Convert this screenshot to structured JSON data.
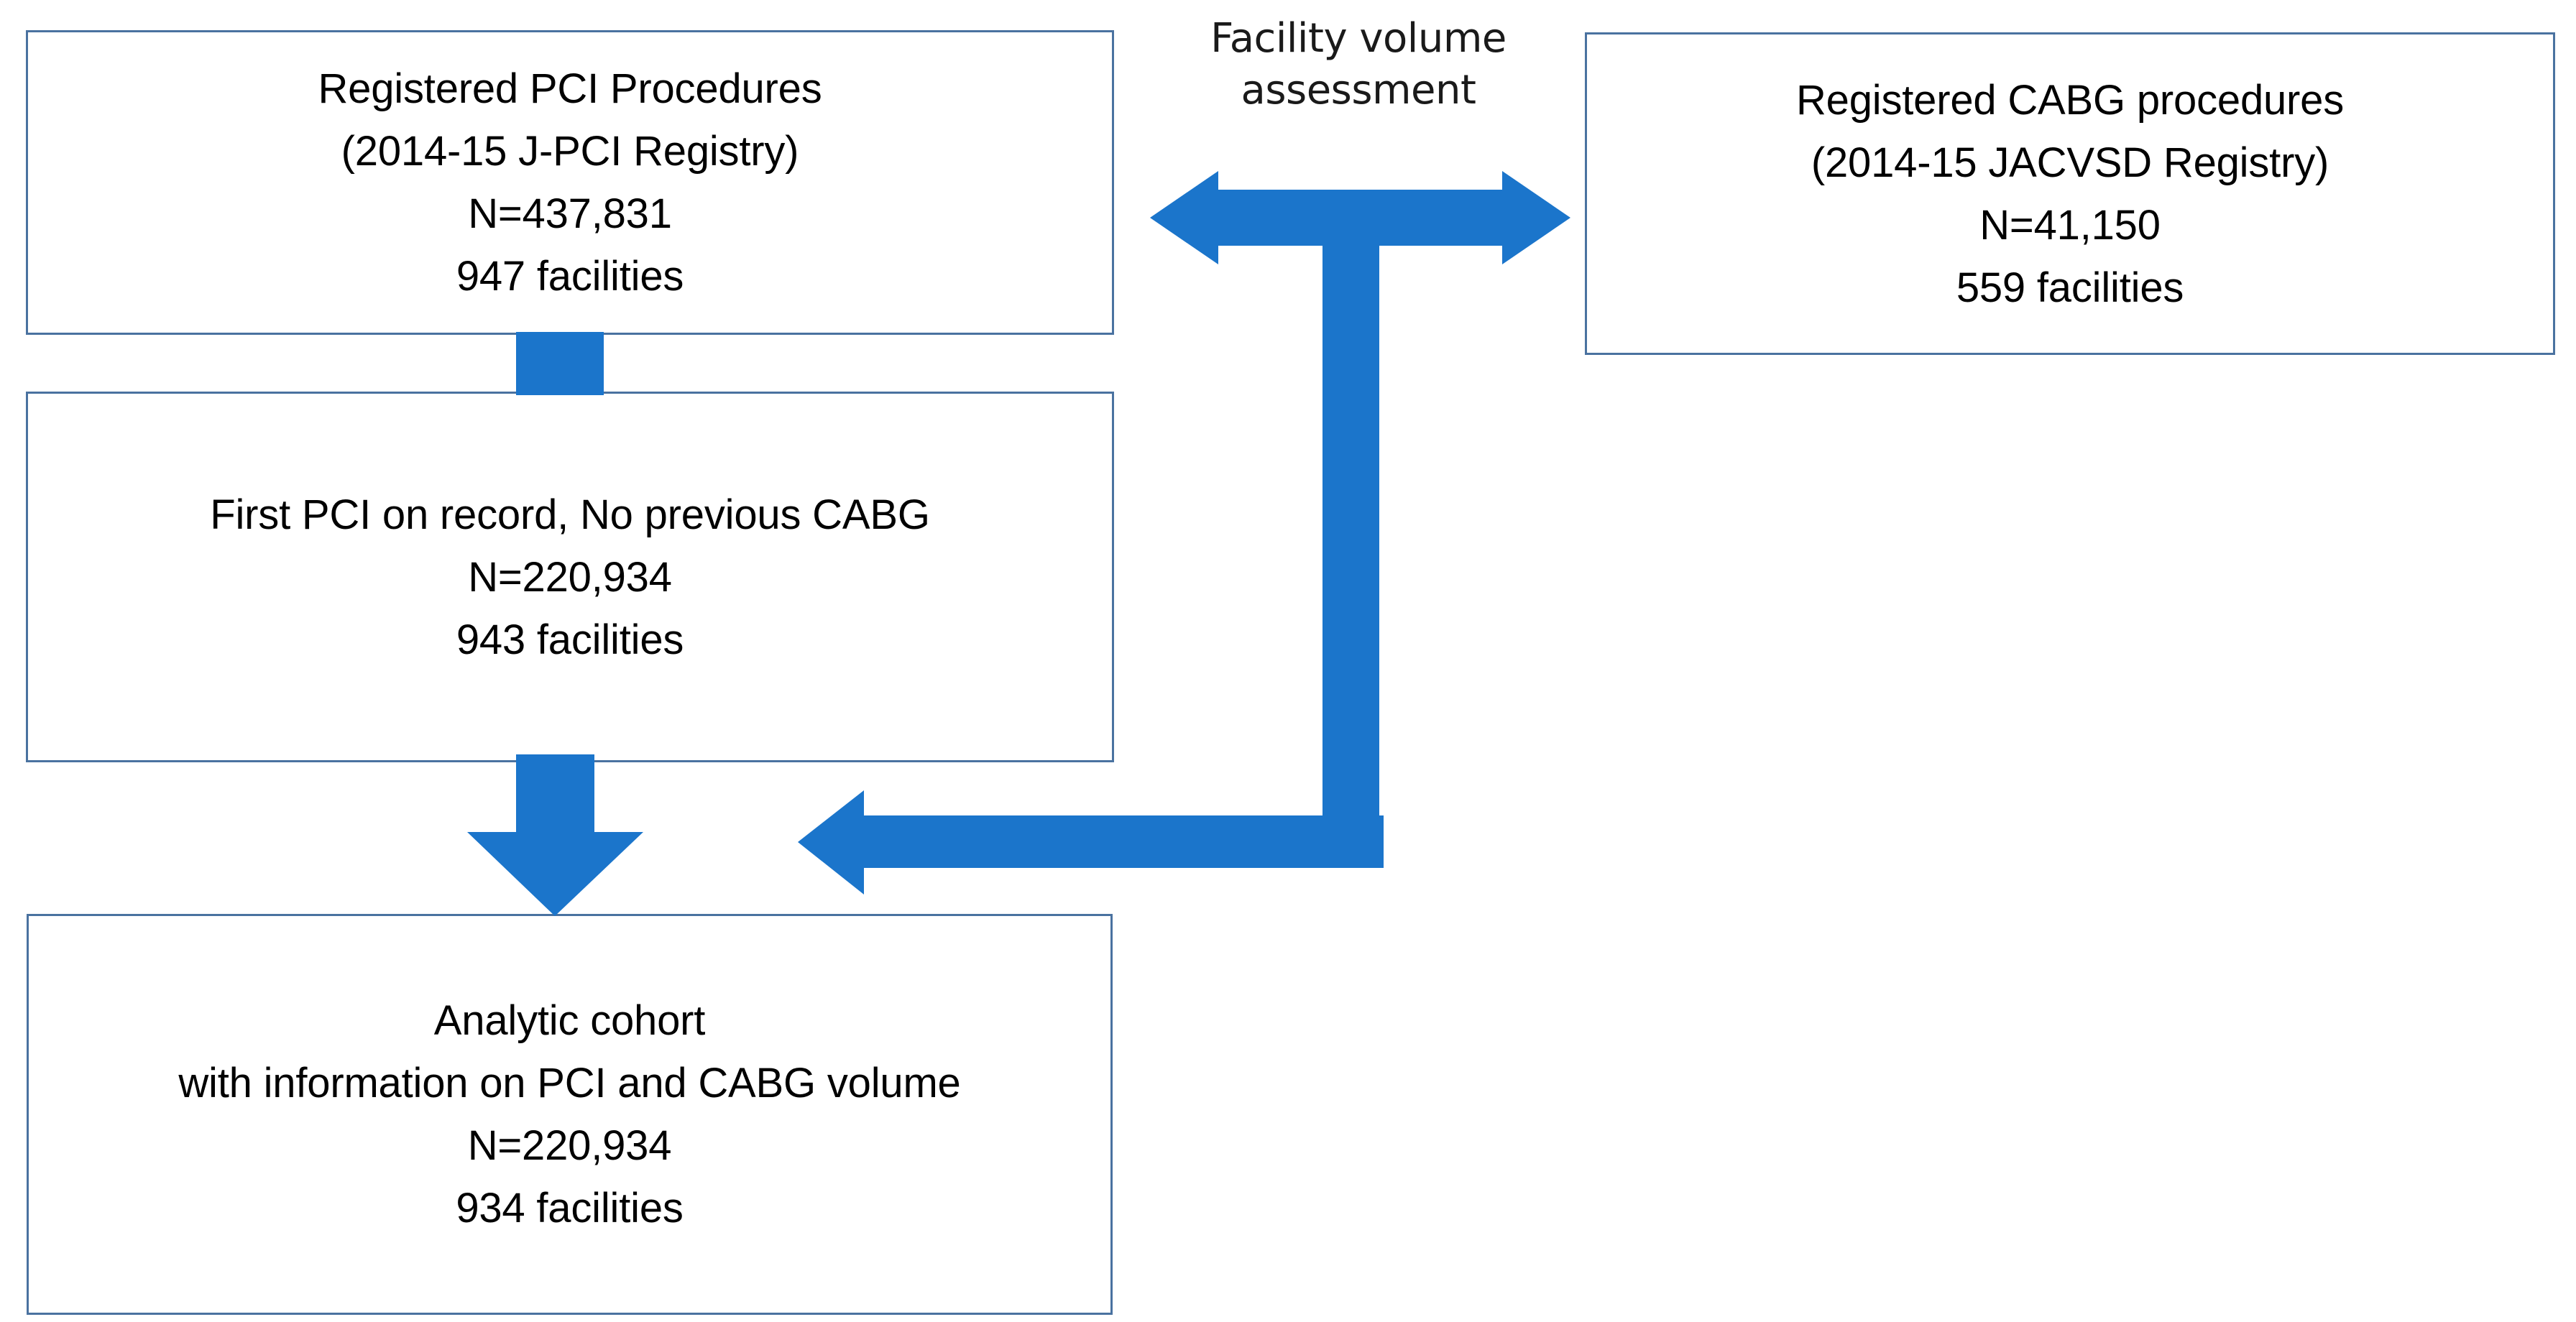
{
  "colors": {
    "arrow_blue": "#1b75cb",
    "box_border": "#4a72a0",
    "box_fill": "#ffffff",
    "text": "#000000",
    "page_background": "#ffffff"
  },
  "boxes": {
    "pci_registered": {
      "lines": [
        "Registered PCI Procedures",
        "(2014-15 J-PCI Registry)",
        "N=437,831",
        "947 facilities"
      ],
      "title": "Registered PCI Procedures",
      "registry": "(2014-15 J-PCI Registry)",
      "n": "N=437,831",
      "facilities": "947 facilities"
    },
    "cabg_registered": {
      "lines": [
        "Registered CABG procedures",
        "(2014-15 JACVSD Registry)",
        "N=41,150",
        "559 facilities"
      ],
      "title": "Registered CABG procedures",
      "registry": "(2014-15 JACVSD Registry)",
      "n": "N=41,150",
      "facilities": "559 facilities"
    },
    "first_pci": {
      "lines": [
        "First PCI on record, No previous CABG",
        "N=220,934",
        "943 facilities"
      ],
      "title": "First PCI on record, No previous CABG",
      "n": "N=220,934",
      "facilities": "943 facilities"
    },
    "analytic_cohort": {
      "lines": [
        "Analytic cohort",
        "with information on PCI and CABG volume",
        "N=220,934",
        "934 facilities"
      ],
      "title": "Analytic cohort",
      "subtitle": "with information on PCI and CABG volume",
      "n": "N=220,934",
      "facilities": "934 facilities"
    }
  },
  "connectors": {
    "facility_volume_label": {
      "line1": "Facility volume",
      "line2": "assessment"
    },
    "icons": {
      "double_headed_arrow": "double-arrow-horizontal-icon",
      "down_arrow": "arrow-down-icon",
      "elbow_left_arrow": "elbow-arrow-left-icon",
      "stub_connector": "connector-bar-icon"
    }
  }
}
